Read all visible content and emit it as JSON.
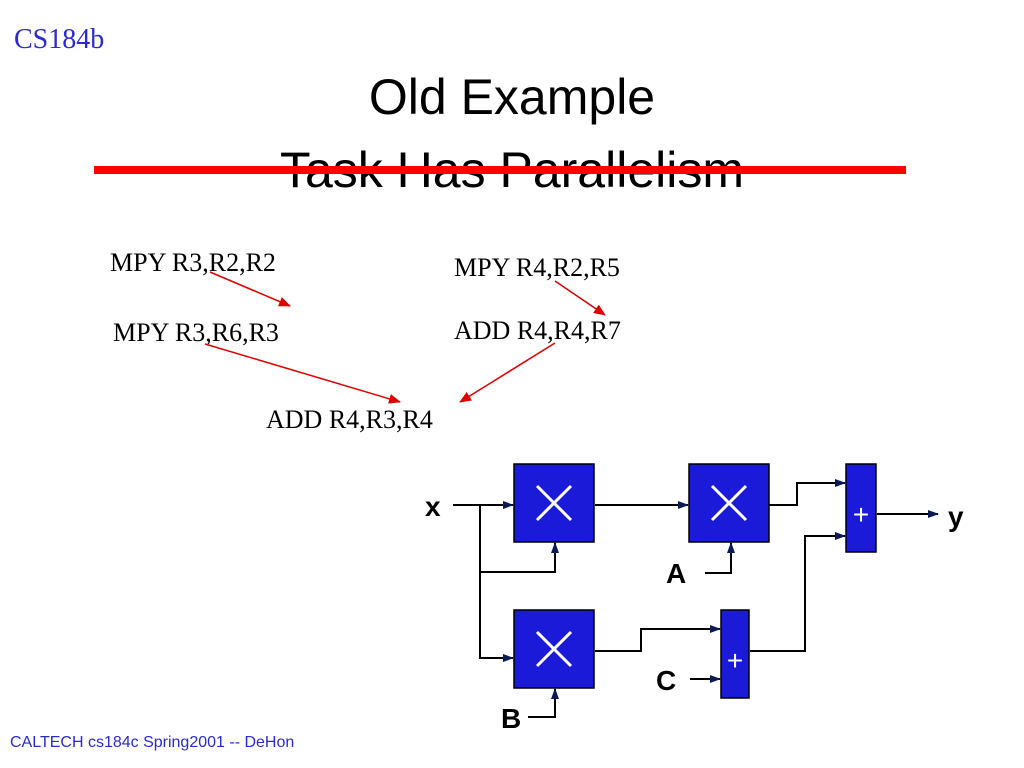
{
  "header": {
    "course": "CS184b",
    "title_line1": "Old Example",
    "title_line2": "Task Has Parallelism"
  },
  "instructions": {
    "i1": "MPY R3,R2,R2",
    "i2": "MPY R4,R2,R5",
    "i3": "MPY R3,R6,R3",
    "i4": "ADD R4,R4,R7",
    "i5": "ADD R4,R3,R4"
  },
  "dataflow": {
    "input_x": "x",
    "output_y": "y",
    "const_a": "A",
    "const_b": "B",
    "const_c": "C",
    "mult_symbol": "×",
    "add_symbol": "+"
  },
  "colors": {
    "accent": "#2a2ad0",
    "strike": "#ff0000",
    "arrow": "#e00000",
    "block": "#1a1ad8"
  },
  "footer": {
    "text": "CALTECH cs184c Spring2001 -- DeHon"
  }
}
